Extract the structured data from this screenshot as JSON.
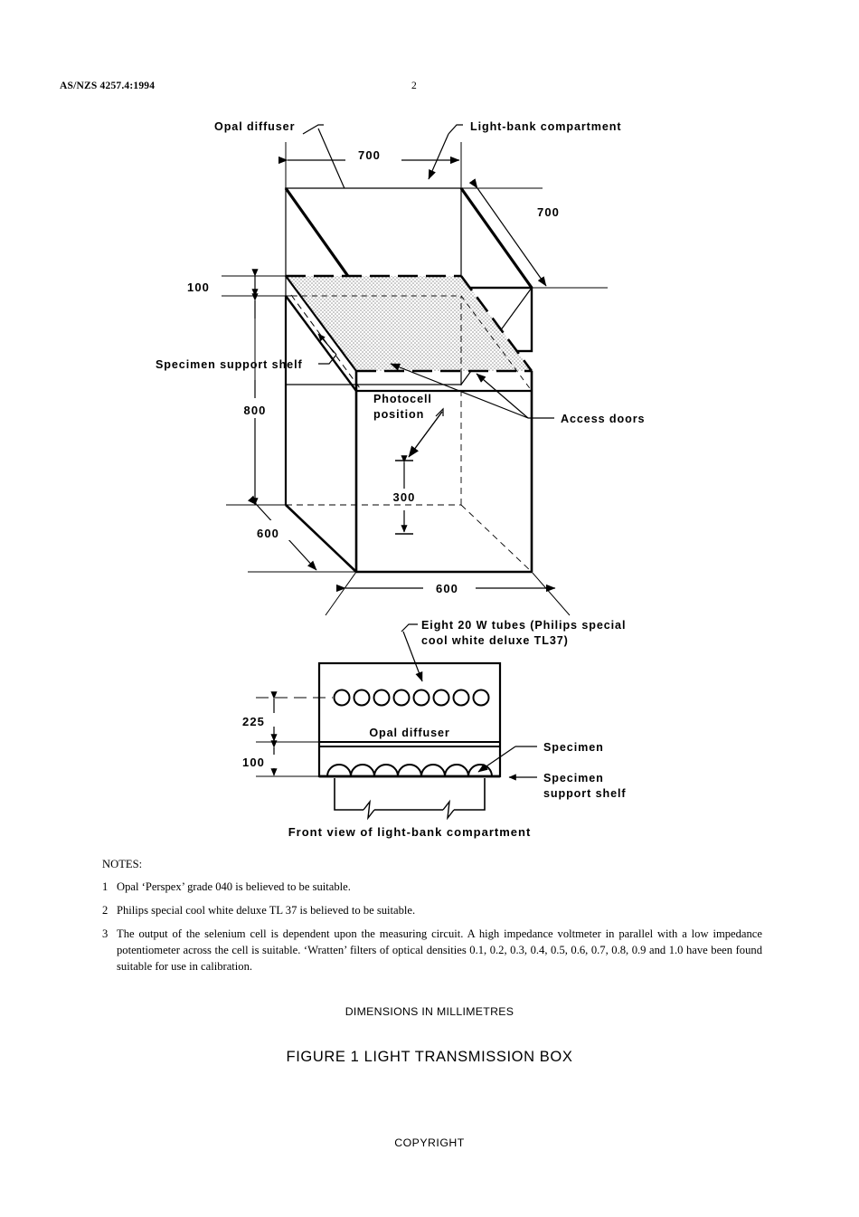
{
  "header": {
    "standard_ref": "AS/NZS 4257.4:1994",
    "page_number": "2"
  },
  "isometric_diagram": {
    "labels": {
      "opal_diffuser": "Opal diffuser",
      "light_bank_compartment": "Light-bank compartment",
      "specimen_support_shelf": "Specimen support shelf",
      "photocell_position_line1": "Photocell",
      "photocell_position_line2": "position",
      "access_doors": "Access doors"
    },
    "dimensions": {
      "top_width": "700",
      "top_depth": "700",
      "diffuser_gap": "100",
      "cabinet_height": "800",
      "base_depth": "600",
      "base_width": "600",
      "photocell_offset": "300"
    }
  },
  "front_view_diagram": {
    "labels": {
      "tubes_line1": "Eight 20 W tubes (Philips special",
      "tubes_line2": "cool white deluxe TL37)",
      "opal_diffuser": "Opal diffuser",
      "specimen": "Specimen",
      "specimen_support_shelf_line1": "Specimen",
      "specimen_support_shelf_line2": "support shelf",
      "caption": "Front view of light-bank compartment"
    },
    "dimensions": {
      "tube_to_diffuser": "225",
      "diffuser_to_shelf": "100"
    },
    "tube_count": 8,
    "specimen_arc_count": 7
  },
  "notes": {
    "title": "NOTES:",
    "items": [
      {
        "number": "1",
        "text": "Opal ‘Perspex’ grade 040 is believed to be suitable."
      },
      {
        "number": "2",
        "text": "Philips special cool white deluxe TL 37 is believed to be suitable."
      },
      {
        "number": "3",
        "text": "The output of the selenium cell is dependent upon the measuring circuit. A high impedance voltmeter in parallel with a low impedance potentiometer across the cell is suitable. ‘Wratten’ filters of optical densities 0.1, 0.2, 0.3, 0.4, 0.5, 0.6, 0.7, 0.8, 0.9 and 1.0 have been found suitable for use in calibration."
      }
    ]
  },
  "footer": {
    "dimensions_note": "DIMENSIONS IN MILLIMETRES",
    "figure_caption": "FIGURE  1   LIGHT TRANSMISSION BOX",
    "copyright": "COPYRIGHT"
  },
  "colors": {
    "ink": "#000000",
    "paper": "#ffffff",
    "stipple": "#cccccc"
  }
}
